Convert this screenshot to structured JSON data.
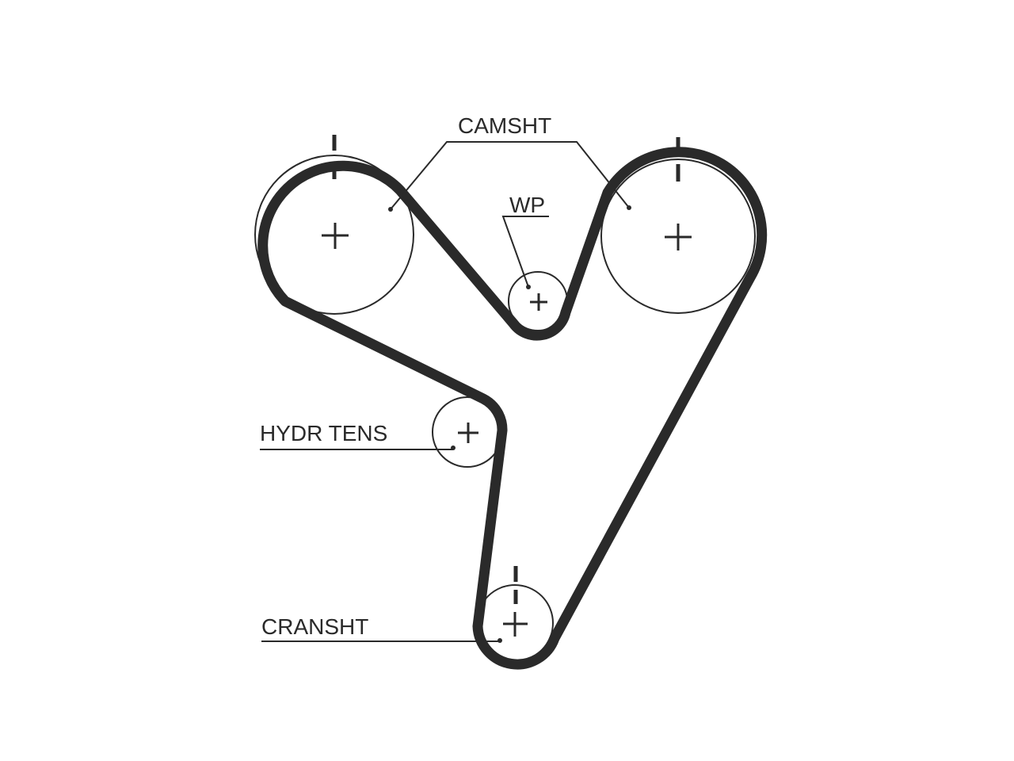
{
  "labels": {
    "camshaft": "CAMSHT",
    "water_pump": "WP",
    "hydraulic_tensioner": "HYDR TENS",
    "crankshaft": "CRANSHT"
  },
  "colors": {
    "ink": "#2a2a2a",
    "background": "#ffffff"
  }
}
